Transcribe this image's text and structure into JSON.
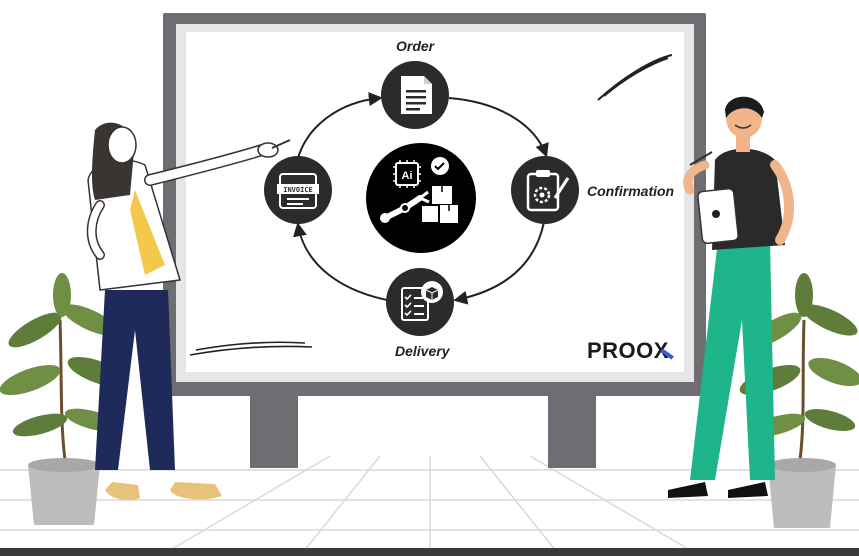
{
  "diagram": {
    "steps": [
      {
        "label": "Order",
        "icon": "document-icon"
      },
      {
        "label": "Confirmation",
        "icon": "clipboard-gear-icon"
      },
      {
        "label": "Delivery",
        "icon": "checklist-box-icon"
      },
      {
        "label": "",
        "icon": "invoice-icon",
        "icon_text": "INVOICE"
      }
    ],
    "center": {
      "icon": "ai-robot-arm-icon",
      "chip_text": "Ai"
    },
    "flow": "clockwise"
  },
  "brand": {
    "logo_text": "PROOX",
    "accent": "#3b5bdb"
  },
  "colors": {
    "node_fill": "#2b2b2b",
    "board_frame": "#6e6e72",
    "plant_leaf": "#5f7d3a",
    "pants_green": "#1fb58a",
    "pants_navy": "#1d2a5a"
  }
}
